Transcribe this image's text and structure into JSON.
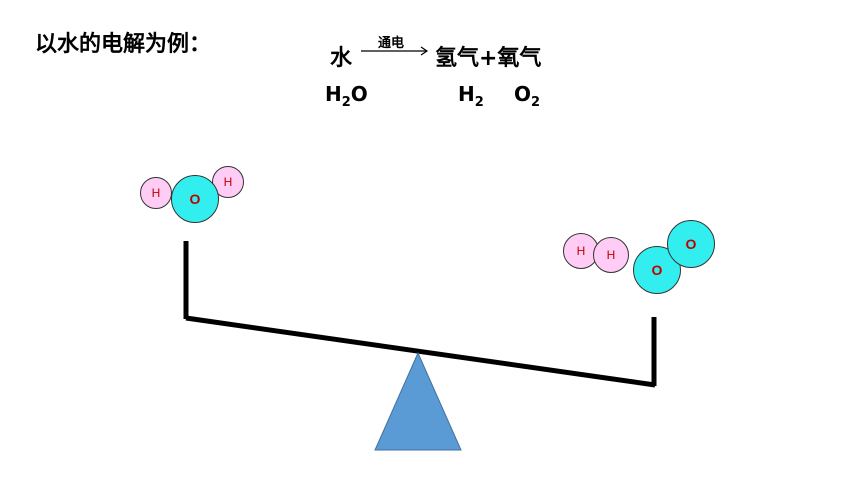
{
  "title": "以水的电解为例：",
  "equation": {
    "reactant": "水",
    "condition": "通电",
    "products": "氢气+氧气"
  },
  "formulas": {
    "water": {
      "main": "H",
      "sub": "2",
      "tail": "O"
    },
    "hydrogen": {
      "main": "H",
      "sub": "2"
    },
    "oxygen": {
      "main": "O",
      "sub": "2"
    }
  },
  "atoms": {
    "h": "H",
    "o": "O"
  },
  "colors": {
    "fulcrum": "#5b9bd5",
    "hydrogen_atom": "#ffccf5",
    "oxygen_atom": "#33eeee",
    "atom_label": "#c00000"
  }
}
